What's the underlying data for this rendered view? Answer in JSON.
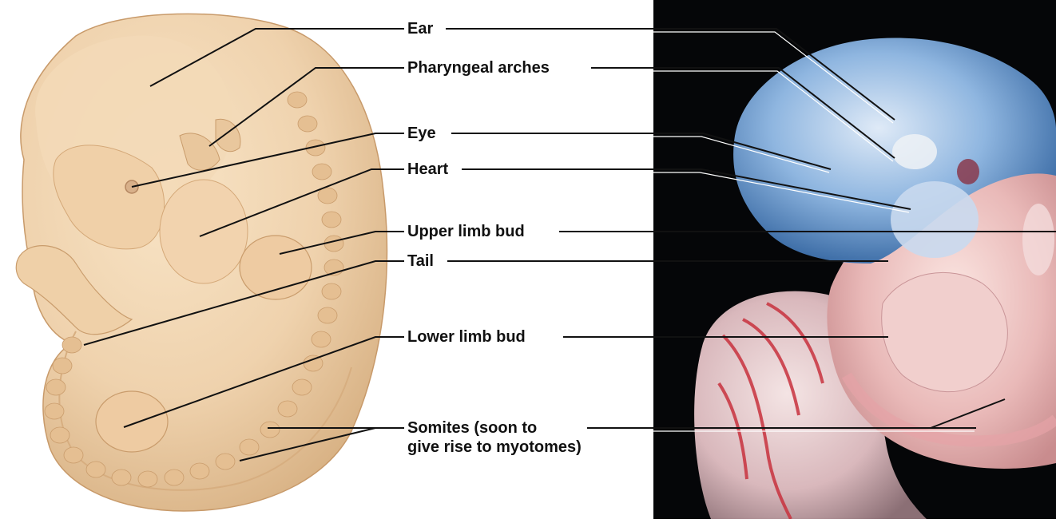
{
  "labels": {
    "ear": "Ear",
    "pharyngeal_arches": "Pharyngeal arches",
    "eye": "Eye",
    "heart": "Heart",
    "upper_limb_bud": "Upper limb bud",
    "tail": "Tail",
    "lower_limb_bud": "Lower limb bud",
    "somites_line1": "Somites (soon to",
    "somites_line2": "give rise to myotomes)"
  },
  "colors": {
    "embryo_skin": "#efd2ad",
    "embryo_shadow": "#d9b386",
    "photo_background": "#050608",
    "photo_blue": "#8fb6e0",
    "photo_pink": "#e9b9b8",
    "photo_red": "#c8323e",
    "leader_line": "#111111"
  }
}
